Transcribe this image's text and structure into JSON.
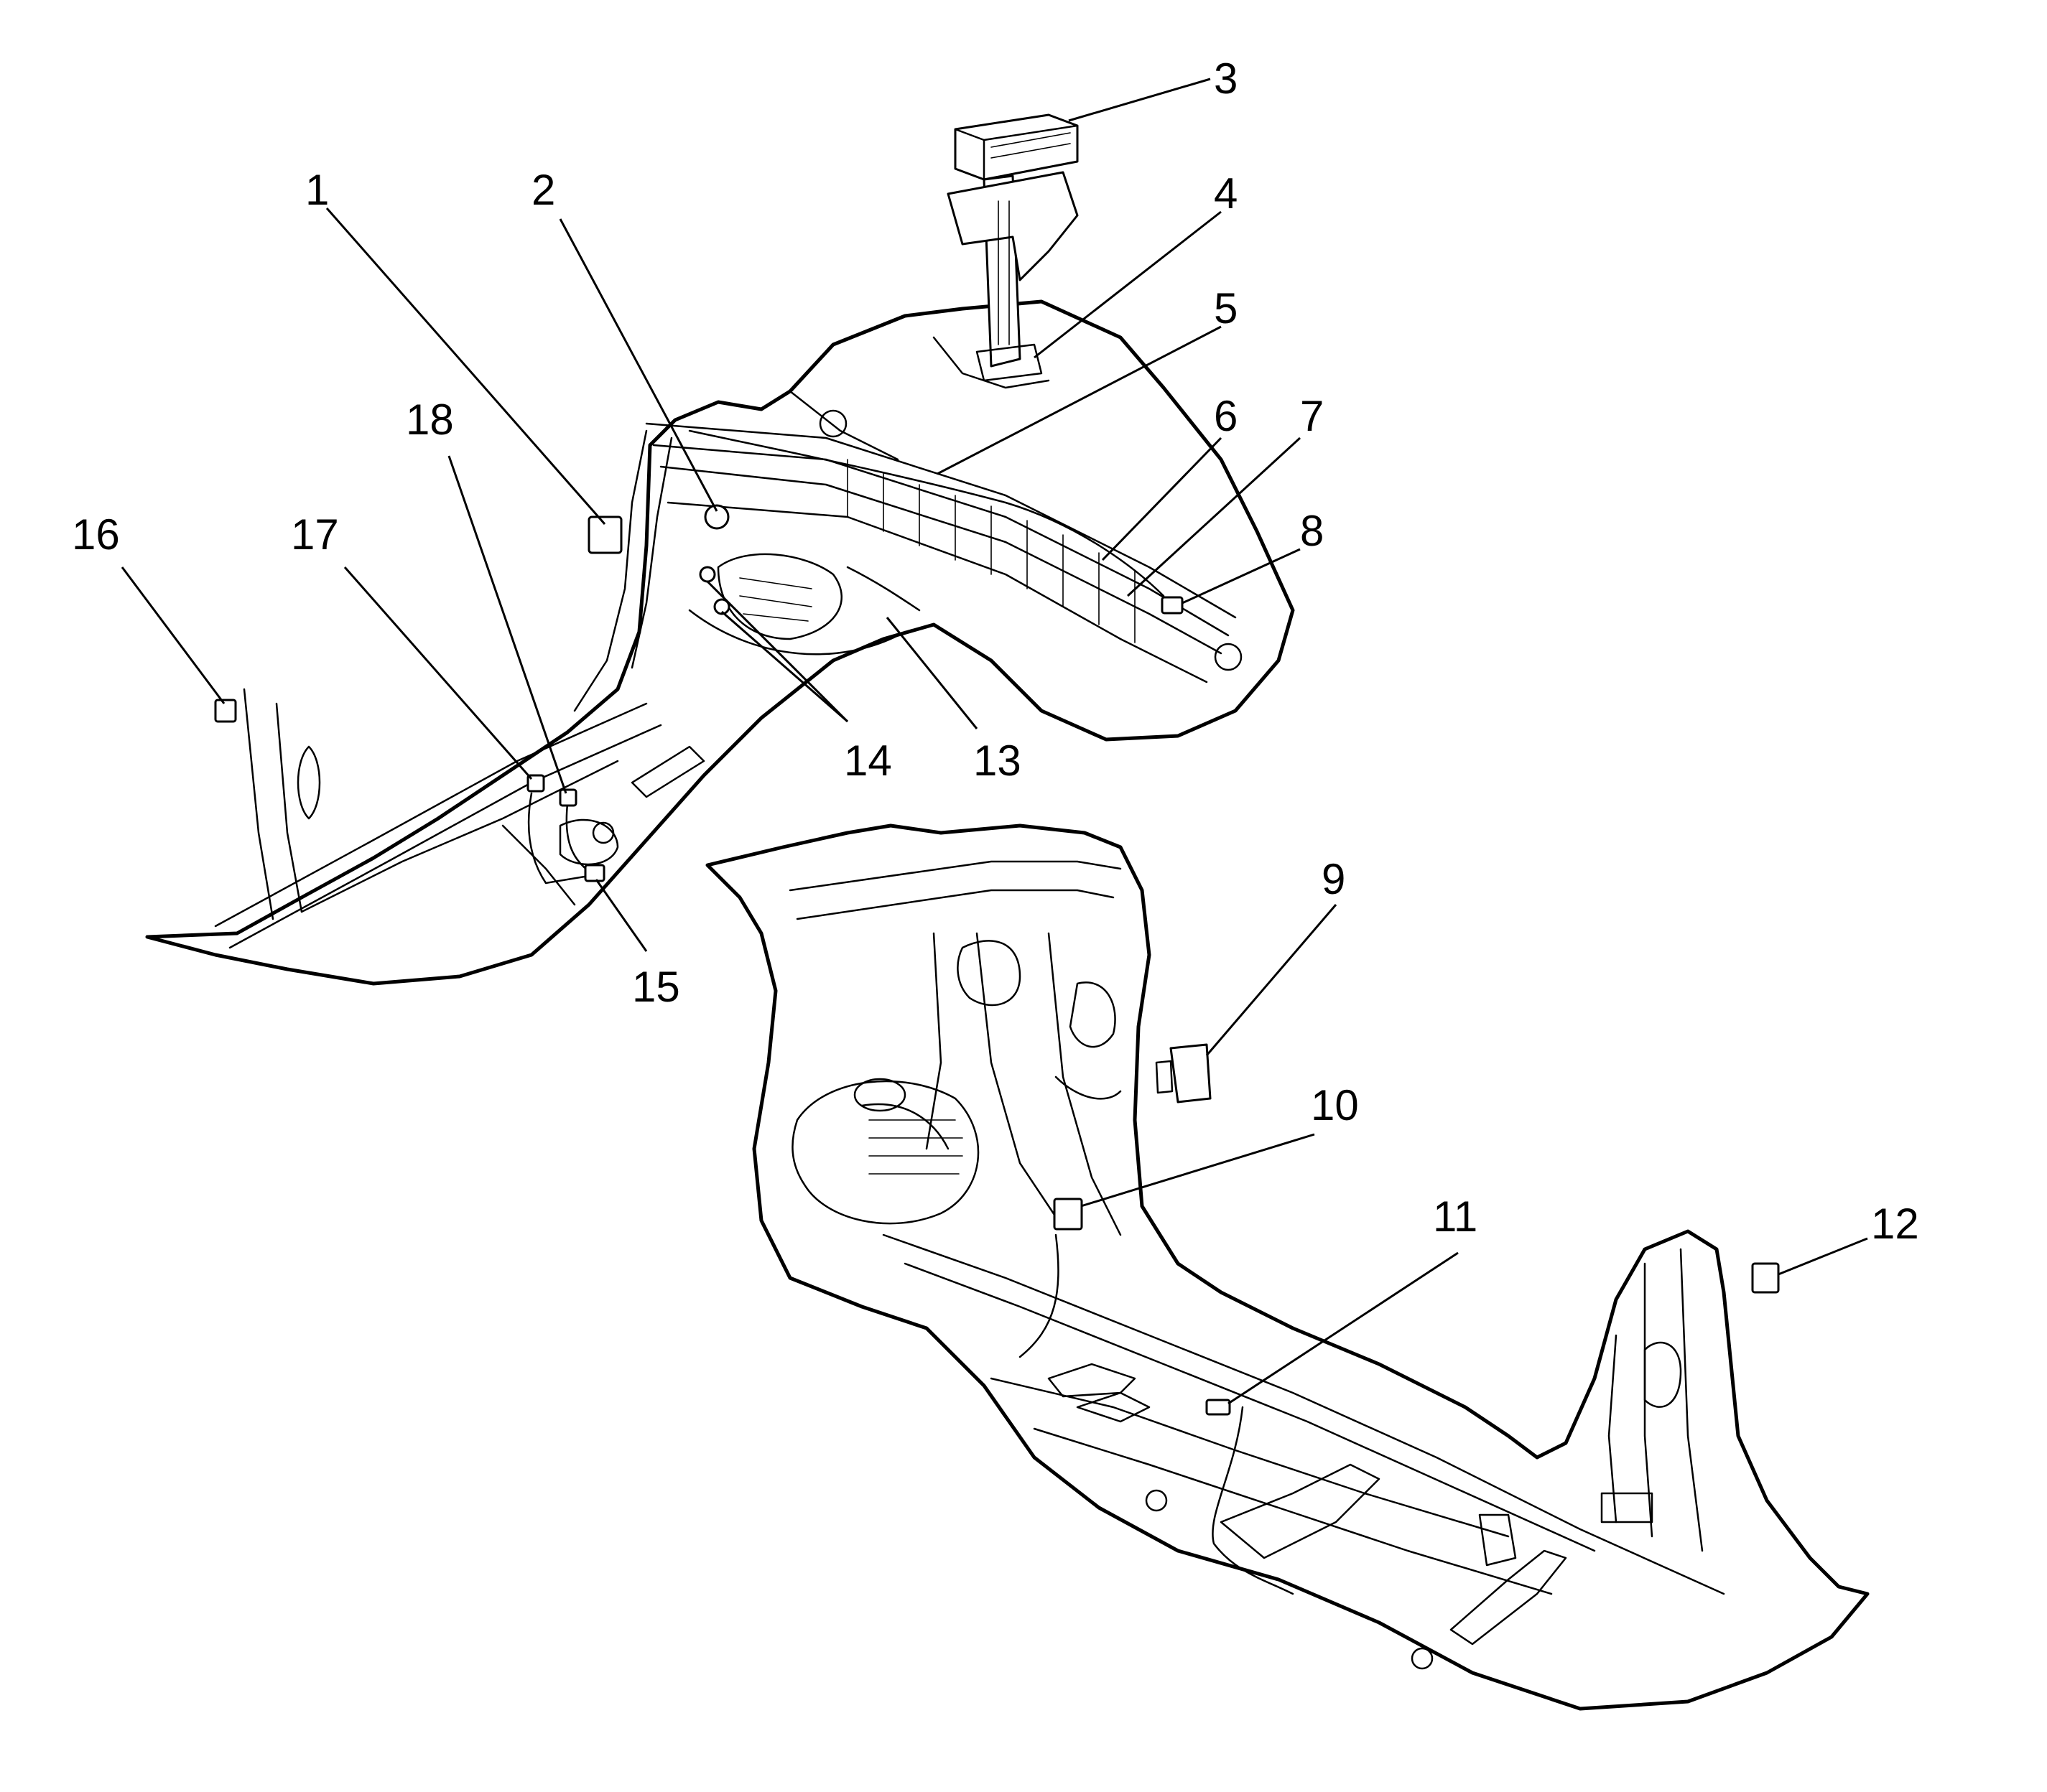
{
  "figure": {
    "description_visible": false,
    "callouts": [
      {
        "id": "c1",
        "label": "1"
      },
      {
        "id": "c2",
        "label": "2"
      },
      {
        "id": "c3",
        "label": "3"
      },
      {
        "id": "c4",
        "label": "4"
      },
      {
        "id": "c5",
        "label": "5"
      },
      {
        "id": "c6",
        "label": "6"
      },
      {
        "id": "c7",
        "label": "7"
      },
      {
        "id": "c8",
        "label": "8"
      },
      {
        "id": "c9",
        "label": "9"
      },
      {
        "id": "c10",
        "label": "10"
      },
      {
        "id": "c11",
        "label": "11"
      },
      {
        "id": "c12",
        "label": "12"
      },
      {
        "id": "c13",
        "label": "13"
      },
      {
        "id": "c14",
        "label": "14"
      },
      {
        "id": "c15",
        "label": "15"
      },
      {
        "id": "c16",
        "label": "16"
      },
      {
        "id": "c17",
        "label": "17"
      },
      {
        "id": "c18",
        "label": "18"
      }
    ],
    "colors": {
      "line": "#000000",
      "background": "#ffffff"
    }
  }
}
